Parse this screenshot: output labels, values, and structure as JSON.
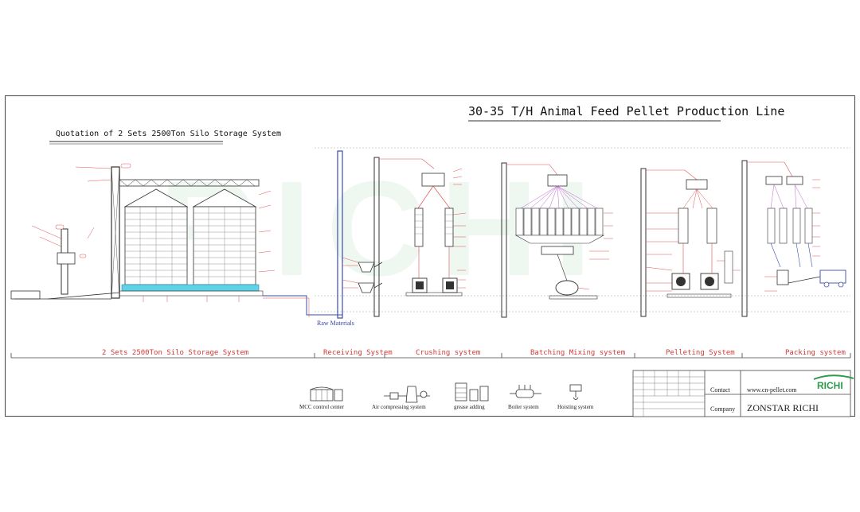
{
  "title": "30-35 T/H Animal Feed Pellet Production Line",
  "subtitle": "Quotation of 2 Sets 2500Ton Silo Storage System",
  "raw_materials_label": "Raw Materials",
  "watermark": "RICHI",
  "sections": [
    {
      "label": "2 Sets 2500Ton Silo Storage System"
    },
    {
      "label": "Receiving System"
    },
    {
      "label": "Crushing system"
    },
    {
      "label": "Batching Mixing system"
    },
    {
      "label": "Pelleting System"
    },
    {
      "label": "Packing system"
    }
  ],
  "aux_systems": [
    {
      "label": "MCC control center",
      "icon": "mcc-cabinet-icon"
    },
    {
      "label": "Air compressing system",
      "icon": "air-compressor-icon"
    },
    {
      "label": "grease adding",
      "icon": "grease-adding-icon"
    },
    {
      "label": "Boiler system",
      "icon": "boiler-icon"
    },
    {
      "label": "Hoisting system",
      "icon": "hoist-icon"
    }
  ],
  "title_block": {
    "contact_label": "Contact",
    "website": "www.cn-pellet.com",
    "company_label": "Company",
    "company_name": "ZONSTAR RICHI",
    "logo_text": "RICHI"
  },
  "colors": {
    "frame": "#444444",
    "equipment": "#c23a3a",
    "pipe": "#3a4bb0",
    "section_text": "#d23a3a",
    "silo_base": "#5fd3e6",
    "brand_green": "#2d9b4c",
    "leader": "#e05050"
  }
}
